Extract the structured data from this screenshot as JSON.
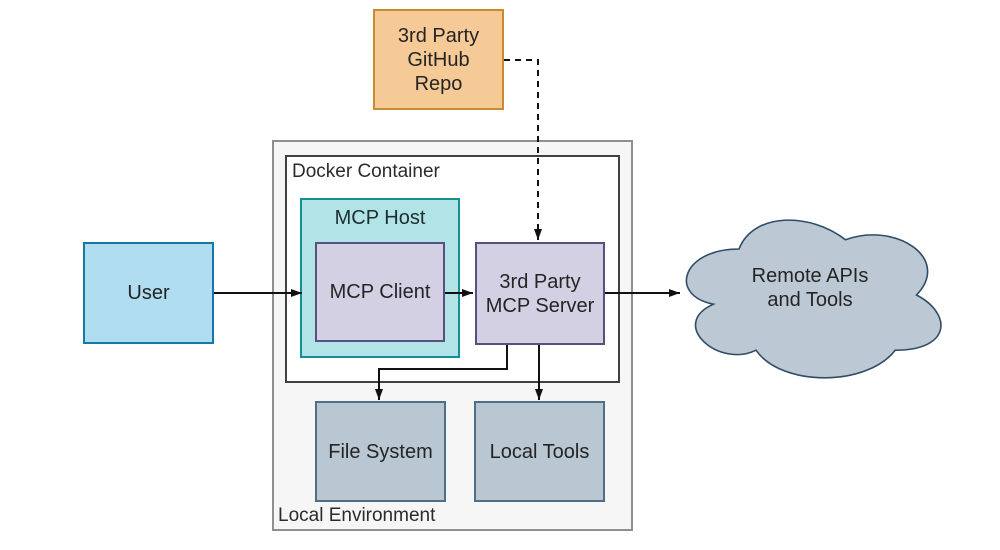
{
  "diagram": {
    "type": "architecture-flowchart",
    "nodes": {
      "user": {
        "label": "User",
        "fill": "#b0ddf0",
        "stroke": "#1579a8"
      },
      "github_repo": {
        "lines": [
          "3rd Party",
          "GitHub",
          "Repo"
        ],
        "fill": "#f6ca96",
        "stroke": "#c98a30"
      },
      "local_environment": {
        "label": "Local Environment",
        "fill": "#f6f6f6",
        "stroke": "#8f8f8f"
      },
      "docker_container": {
        "label": "Docker Container",
        "fill": "#ffffff",
        "stroke": "#404040"
      },
      "mcp_host": {
        "label": "MCP Host",
        "fill": "#b2e3e6",
        "stroke": "#139096"
      },
      "mcp_client": {
        "label": "MCP Client",
        "fill": "#d3d0e4",
        "stroke": "#56517e"
      },
      "mcp_server": {
        "lines": [
          "3rd Party",
          "MCP Server"
        ],
        "fill": "#d3d0e4",
        "stroke": "#56517e"
      },
      "file_system": {
        "label": "File System",
        "fill": "#b9c7d3",
        "stroke": "#4f6e88"
      },
      "local_tools": {
        "label": "Local Tools",
        "fill": "#b9c7d3",
        "stroke": "#4f6e88"
      },
      "remote_apis": {
        "lines": [
          "Remote APIs",
          "and Tools"
        ],
        "fill": "#bcc9d4",
        "stroke": "#2f4c66",
        "shape": "cloud"
      }
    },
    "edges": [
      {
        "from": "user",
        "to": "mcp_host",
        "style": "solid"
      },
      {
        "from": "mcp_client",
        "to": "mcp_server",
        "style": "solid"
      },
      {
        "from": "github_repo",
        "to": "mcp_server",
        "style": "dashed"
      },
      {
        "from": "mcp_server",
        "to": "remote_apis",
        "style": "solid"
      },
      {
        "from": "mcp_server",
        "to": "file_system",
        "style": "solid"
      },
      {
        "from": "mcp_server",
        "to": "local_tools",
        "style": "solid"
      }
    ]
  }
}
